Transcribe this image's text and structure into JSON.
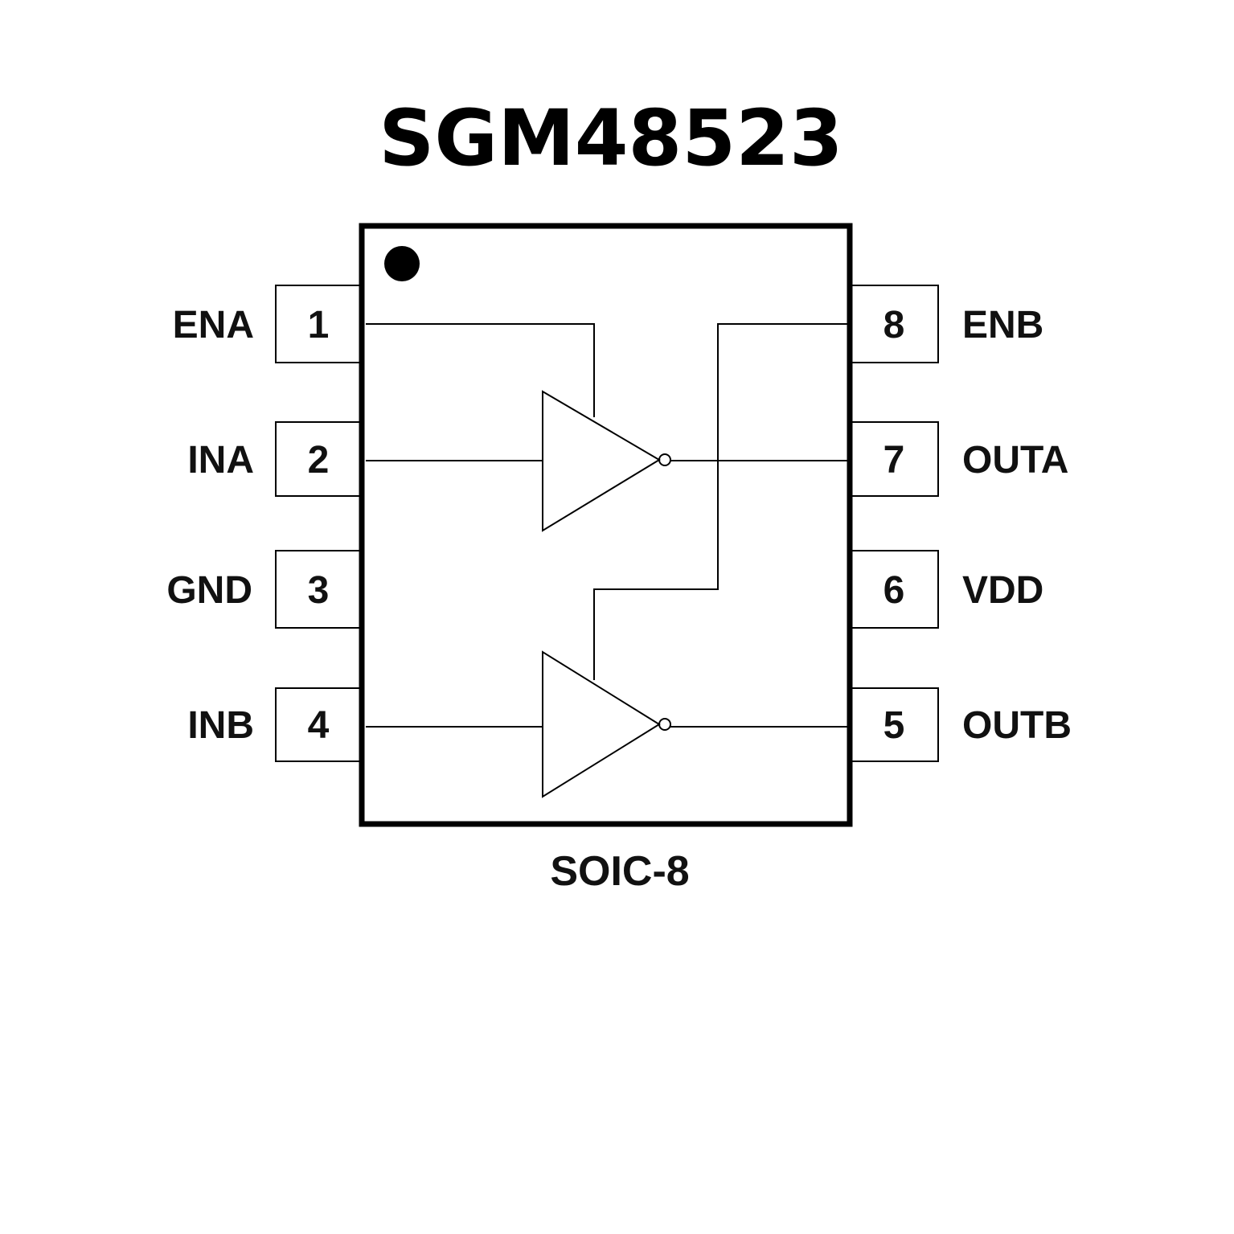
{
  "title": "SGM48523",
  "package": "SOIC-8",
  "pins_left": [
    {
      "number": "1",
      "name": "ENA"
    },
    {
      "number": "2",
      "name": "INA"
    },
    {
      "number": "3",
      "name": "GND"
    },
    {
      "number": "4",
      "name": "INB"
    }
  ],
  "pins_right": [
    {
      "number": "8",
      "name": "ENB"
    },
    {
      "number": "7",
      "name": "OUTA"
    },
    {
      "number": "6",
      "name": "VDD"
    },
    {
      "number": "5",
      "name": "OUTB"
    }
  ]
}
